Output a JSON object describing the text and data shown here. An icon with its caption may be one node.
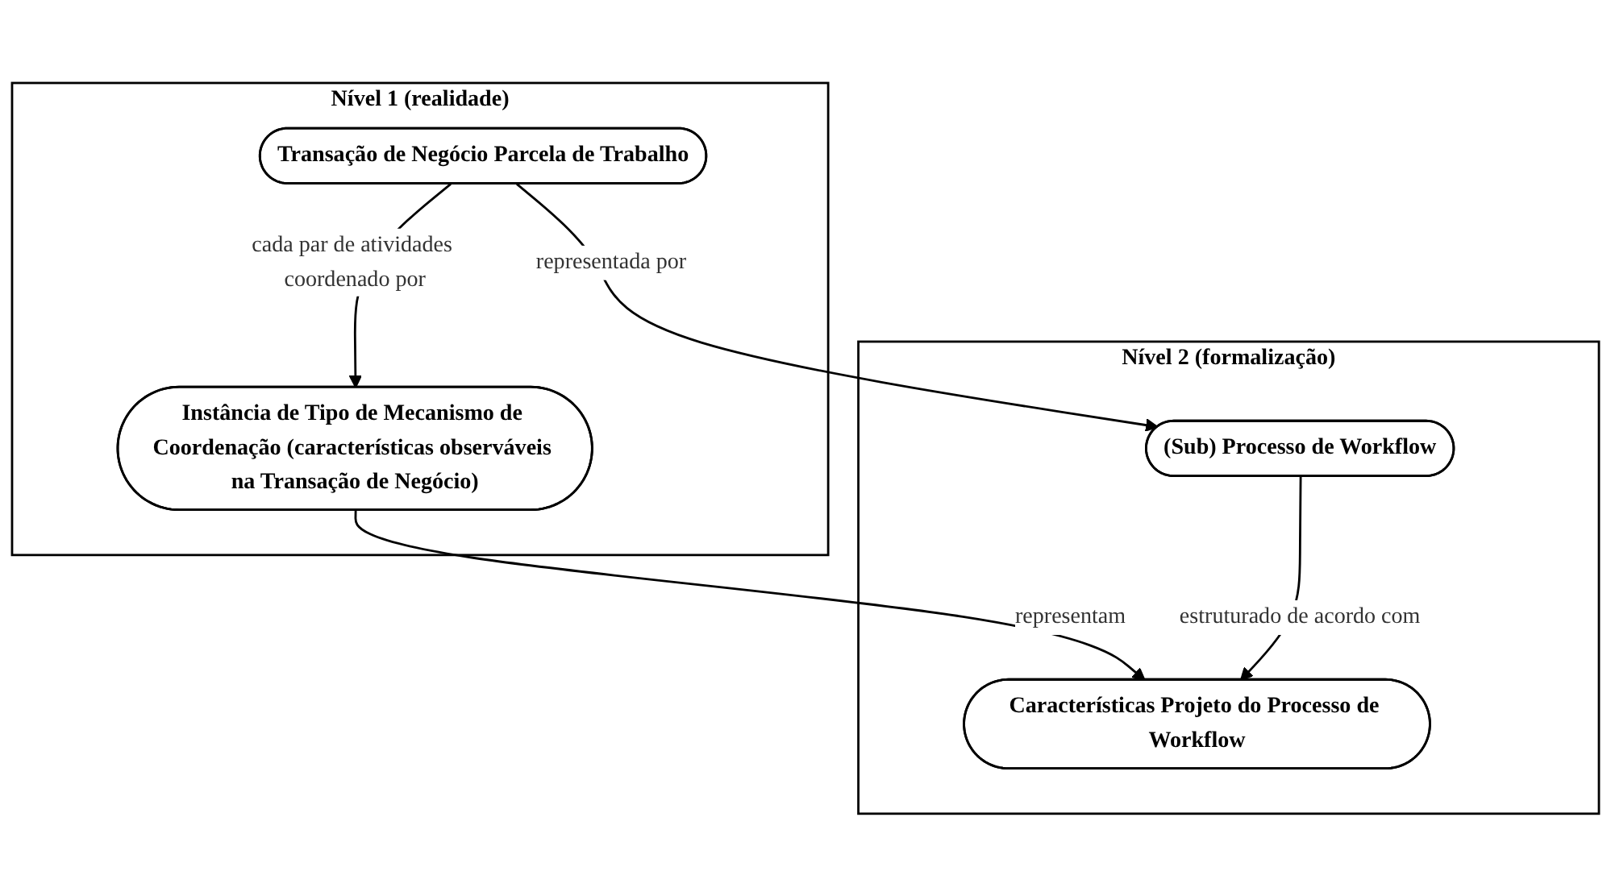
{
  "diagram": {
    "nodes": [
      {
        "text": [
          "Nível 1 (realidade)"
        ]
      },
      {
        "text": [
          "Transação de Negócio Parcela de Trabalho"
        ],
        "in": 0
      },
      {
        "text": [
          "Instância de Tipo de Mecanismo de Coordenação (características observáveis na Transação de Negócio)"
        ],
        "in": 0
      },
      {
        "text": [
          "Nível 2 (formalização)"
        ]
      },
      {
        "text": [
          "(Sub) Processo de Workflow"
        ],
        "in": 3
      },
      {
        "text": [
          "Características Projeto do Processo de Workflow"
        ],
        "in": 3
      }
    ],
    "edges": [
      {
        "from": 1,
        "to": 2,
        "arrow": "to",
        "label": "cada par de atividades coordenado por"
      },
      {
        "from": 1,
        "to": 4,
        "arrow": "to",
        "label": "representada por"
      },
      {
        "from": 2,
        "to": 5,
        "arrow": "to",
        "label": "representam"
      },
      {
        "from": 4,
        "to": 5,
        "arrow": "to",
        "label": "estruturado de acordo com"
      }
    ]
  }
}
